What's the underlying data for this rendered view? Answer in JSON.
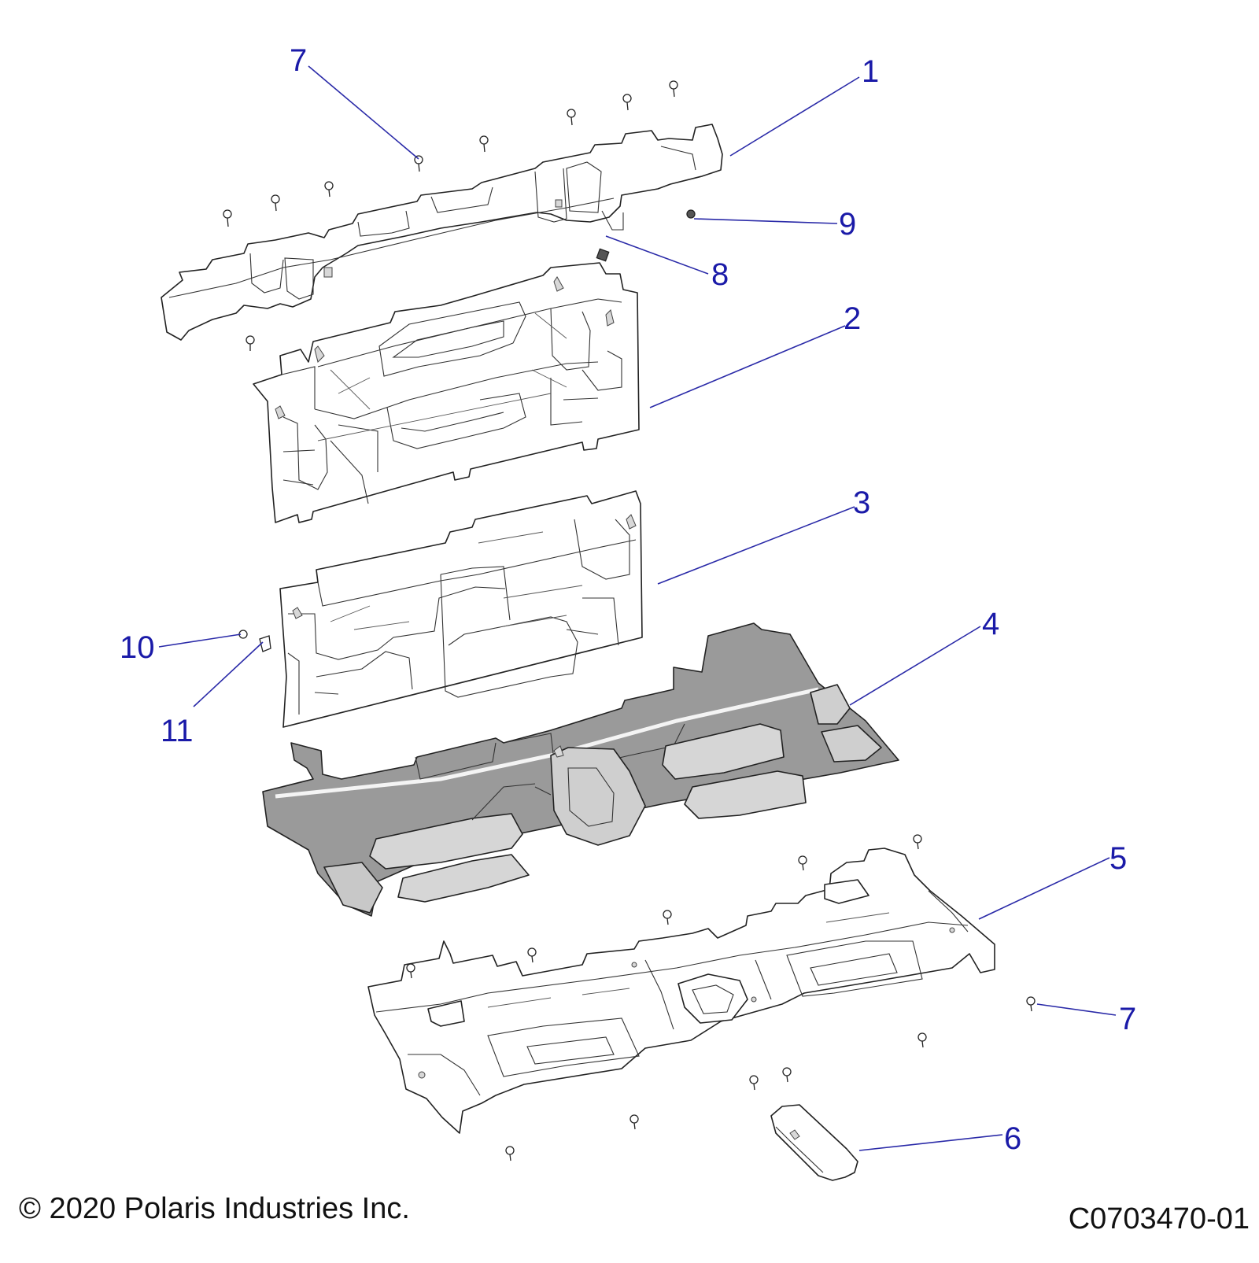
{
  "diagram": {
    "callouts": [
      {
        "id": "c1",
        "label": "1"
      },
      {
        "id": "c2",
        "label": "2"
      },
      {
        "id": "c3",
        "label": "3"
      },
      {
        "id": "c4",
        "label": "4"
      },
      {
        "id": "c5",
        "label": "5"
      },
      {
        "id": "c6",
        "label": "6"
      },
      {
        "id": "c7a",
        "label": "7"
      },
      {
        "id": "c7b",
        "label": "7"
      },
      {
        "id": "c8",
        "label": "8"
      },
      {
        "id": "c9",
        "label": "9"
      },
      {
        "id": "c10",
        "label": "10"
      },
      {
        "id": "c11",
        "label": "11"
      }
    ],
    "colors": {
      "callout": "#1a1aa8",
      "part_fill": "#ffffff",
      "floor_mat": "#9a9a9a",
      "outline": "#222222"
    }
  },
  "footer": {
    "copyright": "© 2020 Polaris Industries Inc.",
    "drawing_id": "C0703470-01"
  }
}
